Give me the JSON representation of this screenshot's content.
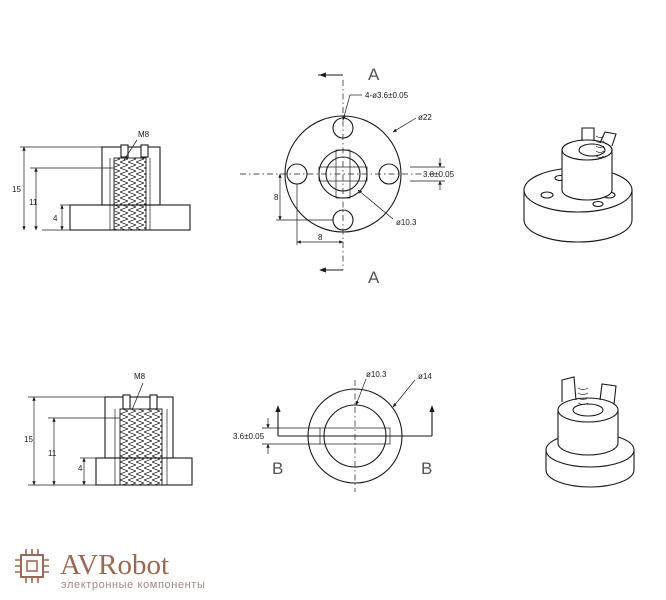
{
  "views": {
    "top_section": {
      "thread": "M8",
      "height_total": "15",
      "height_mid": "11",
      "height_flange": "4"
    },
    "top_front": {
      "holes_callout": "4-ø3.6±0.05",
      "outer_dia": "ø22",
      "slot_width": "3.8±0.05",
      "bore_dia": "ø10.3",
      "hole_offset_v": "8",
      "hole_offset_h": "8",
      "section_mark_top": "A",
      "section_mark_bottom": "A"
    },
    "bottom_section": {
      "thread": "M8",
      "height_total": "15",
      "height_mid": "11",
      "height_flange": "4"
    },
    "bottom_front": {
      "bore_dia": "ø10.3",
      "outer_dia": "ø14",
      "slot_width": "3.6±0.05",
      "section_mark_left": "B",
      "section_mark_right": "B"
    }
  },
  "brand": {
    "name": "AVRobot",
    "tagline": "электронные компоненты",
    "color": "#9b6a55"
  }
}
